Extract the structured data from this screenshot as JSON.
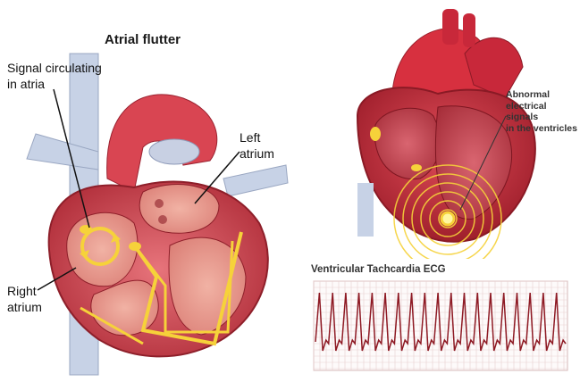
{
  "left": {
    "title": "Atrial flutter",
    "labels": {
      "signal": [
        "Signal circulating",
        "in atria"
      ],
      "left_atrium": [
        "Left",
        "atrium"
      ],
      "right_atrium": [
        "Right",
        "atrium"
      ]
    }
  },
  "right": {
    "label": [
      "Abnormal",
      "electrical signals",
      "in the ventricles"
    ],
    "ecg_title": "Ventricular Tachcardia ECG"
  },
  "colors": {
    "muscle": "#c9404a",
    "muscle_dark": "#8e1f2a",
    "chamber": "#e79a8d",
    "vein": "#c9d3e6",
    "signal": "#f6d23a"
  }
}
